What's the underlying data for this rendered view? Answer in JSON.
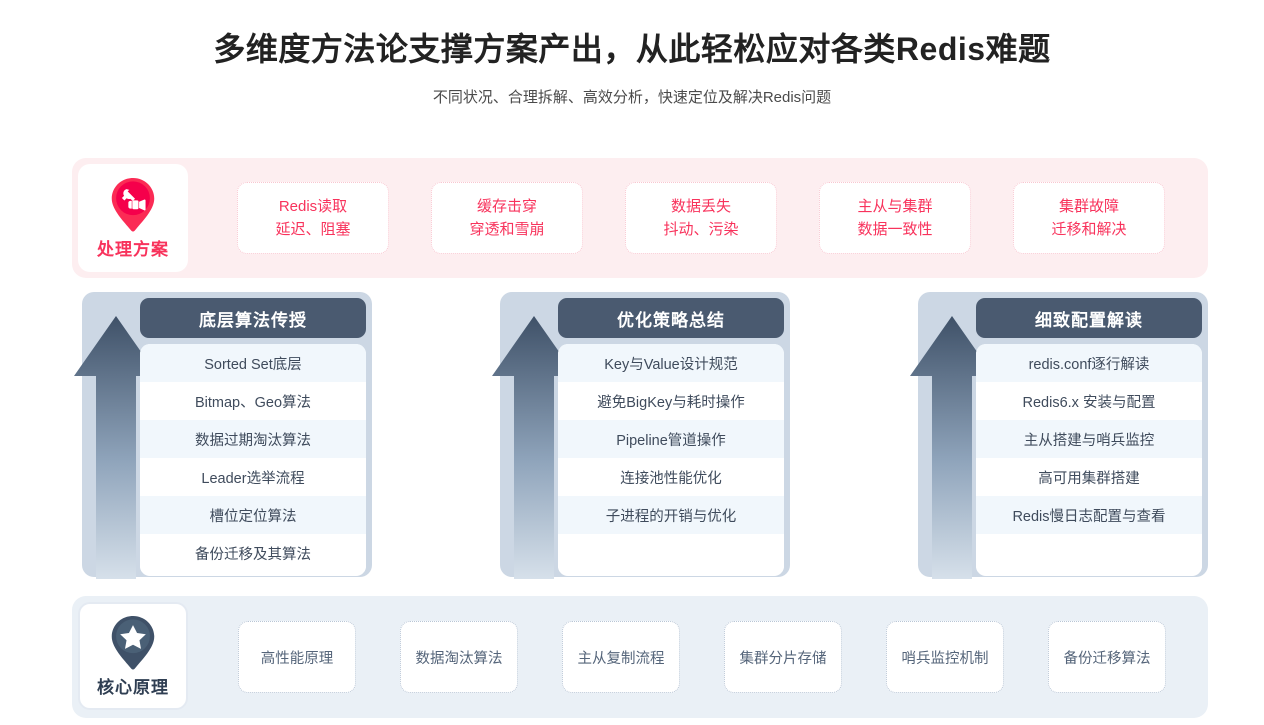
{
  "header": {
    "title": "多维度方法论支撑方案产出，从此轻松应对各类Redis难题",
    "subtitle": "不同状况、合理拆解、高效分析，快速定位及解决Redis问题"
  },
  "solutions": {
    "badge": {
      "label": "处理方案",
      "icon": "hand-wrench-pin-icon",
      "color": "#f8335c"
    },
    "band_color": "#fdeef0",
    "cards": [
      {
        "line1": "Redis读取",
        "line2": "延迟、阻塞"
      },
      {
        "line1": "缓存击穿",
        "line2": "穿透和雪崩"
      },
      {
        "line1": "数据丢失",
        "line2": "抖动、污染"
      },
      {
        "line1": "主从与集群",
        "line2": "数据一致性"
      },
      {
        "line1": "集群故障",
        "line2": "迁移和解决"
      }
    ]
  },
  "pillars": [
    {
      "title": "底层算法传授",
      "items": [
        "Sorted Set底层",
        "Bitmap、Geo算法",
        "数据过期淘汰算法",
        "Leader选举流程",
        "槽位定位算法",
        "备份迁移及其算法"
      ]
    },
    {
      "title": "优化策略总结",
      "items": [
        "Key与Value设计规范",
        "避免BigKey与耗时操作",
        "Pipeline管道操作",
        "连接池性能优化",
        "子进程的开销与优化",
        ""
      ]
    },
    {
      "title": "细致配置解读",
      "items": [
        "redis.conf逐行解读",
        "Redis6.x 安装与配置",
        "主从搭建与哨兵监控",
        "高可用集群搭建",
        "Redis慢日志配置与查看",
        ""
      ]
    }
  ],
  "principles": {
    "badge": {
      "label": "核心原理",
      "icon": "star-pin-icon",
      "color": "#3f5168"
    },
    "band_color": "#eaf0f6",
    "cards": [
      "高性能原理",
      "数据淘汰算法",
      "主从复制流程",
      "集群分片存储",
      "哨兵监控机制",
      "备份迁移算法"
    ]
  },
  "theme": {
    "accent_pink": "#f8335c",
    "accent_slate": "#4a5a70",
    "row_alt": "#f1f7fc",
    "backing": "#ccd7e4"
  }
}
